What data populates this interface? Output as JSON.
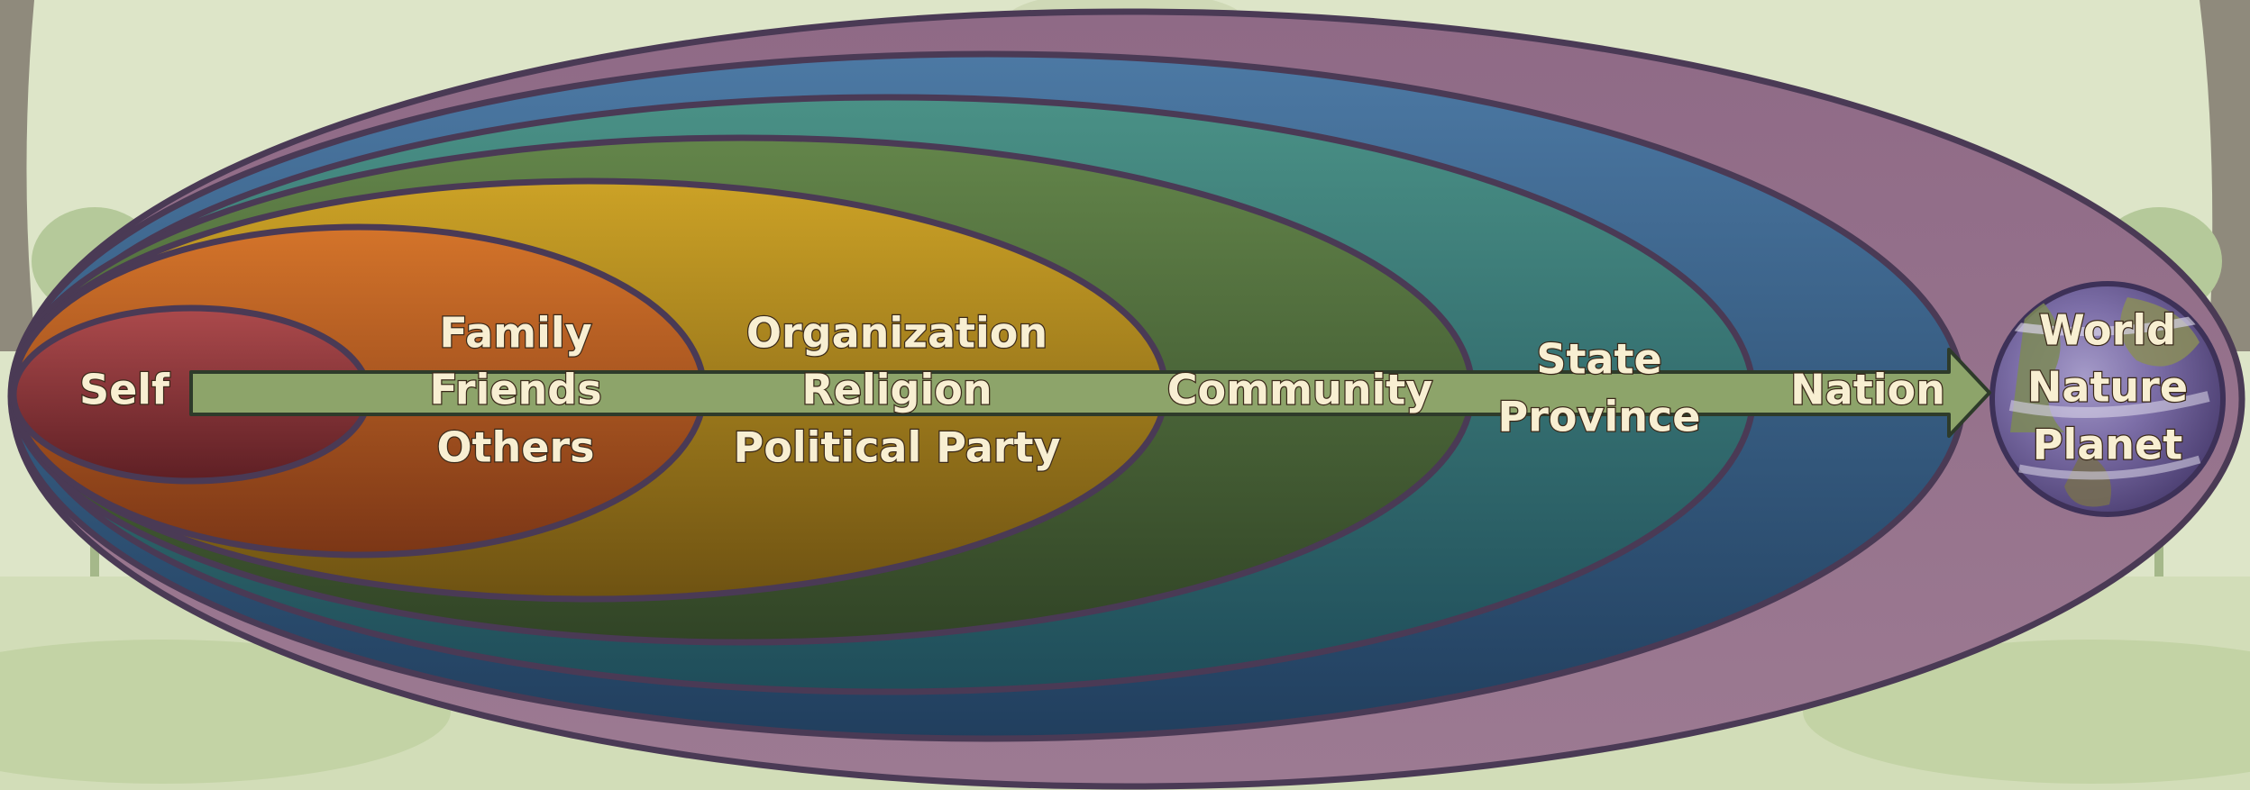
{
  "diagram": {
    "rings": [
      {
        "name": "World",
        "color": "#937089"
      },
      {
        "name": "Nation",
        "color": "#3f6994"
      },
      {
        "name": "State",
        "color": "#3f8680"
      },
      {
        "name": "Community",
        "color": "#566f3c"
      },
      {
        "name": "Organization",
        "color": "#c39b25"
      },
      {
        "name": "Family",
        "color": "#c1631e"
      },
      {
        "name": "Self",
        "color": "#9c3c3c"
      }
    ],
    "labels": {
      "self": "Self",
      "family": "Family",
      "friends": "Friends",
      "others": "Others",
      "organization": "Organization",
      "religion": "Religion",
      "political_party": "Political Party",
      "community": "Community",
      "state": "State",
      "province": "Province",
      "nation": "Nation",
      "world": "World",
      "nature": "Nature",
      "planet": "Planet"
    },
    "arrow_color": "#8da46a",
    "outline_color": "#4a3a55",
    "globe_icon": "earth-globe-icon",
    "colors": {
      "background": "#dde5c8",
      "tree": "#b5c99a",
      "curtain": "#8f8a7c"
    }
  }
}
